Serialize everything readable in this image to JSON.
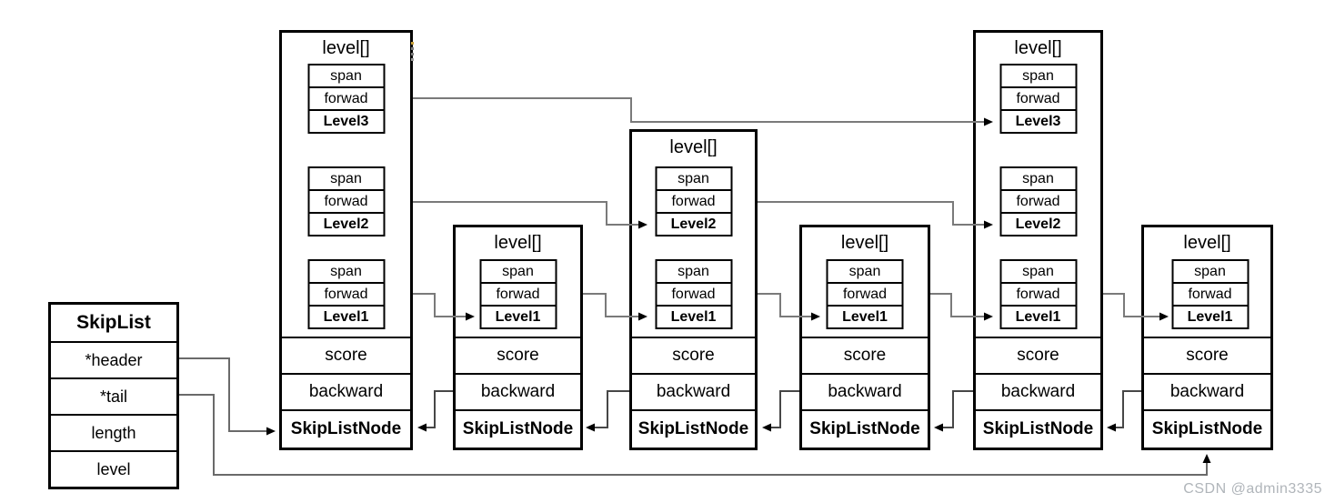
{
  "page": {
    "background": "#ffffff"
  },
  "watermark": {
    "text": "CSDN @admin3335",
    "color": "#b0b5ba"
  },
  "skiplist_box": {
    "title": "SkipList",
    "fields": [
      {
        "label": "*header"
      },
      {
        "label": "*tail"
      },
      {
        "label": "length"
      },
      {
        "label": "level"
      }
    ]
  },
  "node_labels": {
    "array_title": "level[]",
    "span": "span",
    "forward": "forwad",
    "score": "score",
    "backward": "backward",
    "type": "SkipListNode"
  },
  "nodes": [
    {
      "name": "node-1",
      "levels": [
        "Level3",
        "Level2",
        "Level1"
      ]
    },
    {
      "name": "node-2",
      "levels": [
        "Level1"
      ]
    },
    {
      "name": "node-3",
      "levels": [
        "Level2",
        "Level1"
      ]
    },
    {
      "name": "node-4",
      "levels": [
        "Level1"
      ]
    },
    {
      "name": "node-5",
      "levels": [
        "Level3",
        "Level2",
        "Level1"
      ]
    },
    {
      "name": "node-6",
      "levels": [
        "Level1"
      ]
    }
  ],
  "edges": [
    {
      "from": "SkipList.*header",
      "to": "node-1.SkipListNode",
      "type": "pointer"
    },
    {
      "from": "SkipList.*tail",
      "to": "node-6.SkipListNode",
      "type": "pointer"
    },
    {
      "from": "node-1.Level3.forwad",
      "to": "node-5.Level3",
      "type": "forward"
    },
    {
      "from": "node-1.Level2.forwad",
      "to": "node-3.Level2",
      "type": "forward"
    },
    {
      "from": "node-1.Level1.forwad",
      "to": "node-2.Level1",
      "type": "forward"
    },
    {
      "from": "node-2.Level1.forwad",
      "to": "node-3.Level1",
      "type": "forward"
    },
    {
      "from": "node-3.Level2.forwad",
      "to": "node-5.Level2",
      "type": "forward"
    },
    {
      "from": "node-3.Level1.forwad",
      "to": "node-4.Level1",
      "type": "forward"
    },
    {
      "from": "node-4.Level1.forwad",
      "to": "node-5.Level1",
      "type": "forward"
    },
    {
      "from": "node-5.Level1.forwad",
      "to": "node-6.Level1",
      "type": "forward"
    },
    {
      "from": "node-2.backward",
      "to": "node-1.SkipListNode",
      "type": "backward"
    },
    {
      "from": "node-3.backward",
      "to": "node-2.SkipListNode",
      "type": "backward"
    },
    {
      "from": "node-4.backward",
      "to": "node-3.SkipListNode",
      "type": "backward"
    },
    {
      "from": "node-5.backward",
      "to": "node-4.SkipListNode",
      "type": "backward"
    },
    {
      "from": "node-6.backward",
      "to": "node-5.SkipListNode",
      "type": "backward"
    }
  ],
  "colors": {
    "border": "#000000",
    "forward_line": "#7a7a7a",
    "backward_line": "#474747",
    "pointer_line": "#6a6a6a",
    "arrowhead": "#000000"
  }
}
